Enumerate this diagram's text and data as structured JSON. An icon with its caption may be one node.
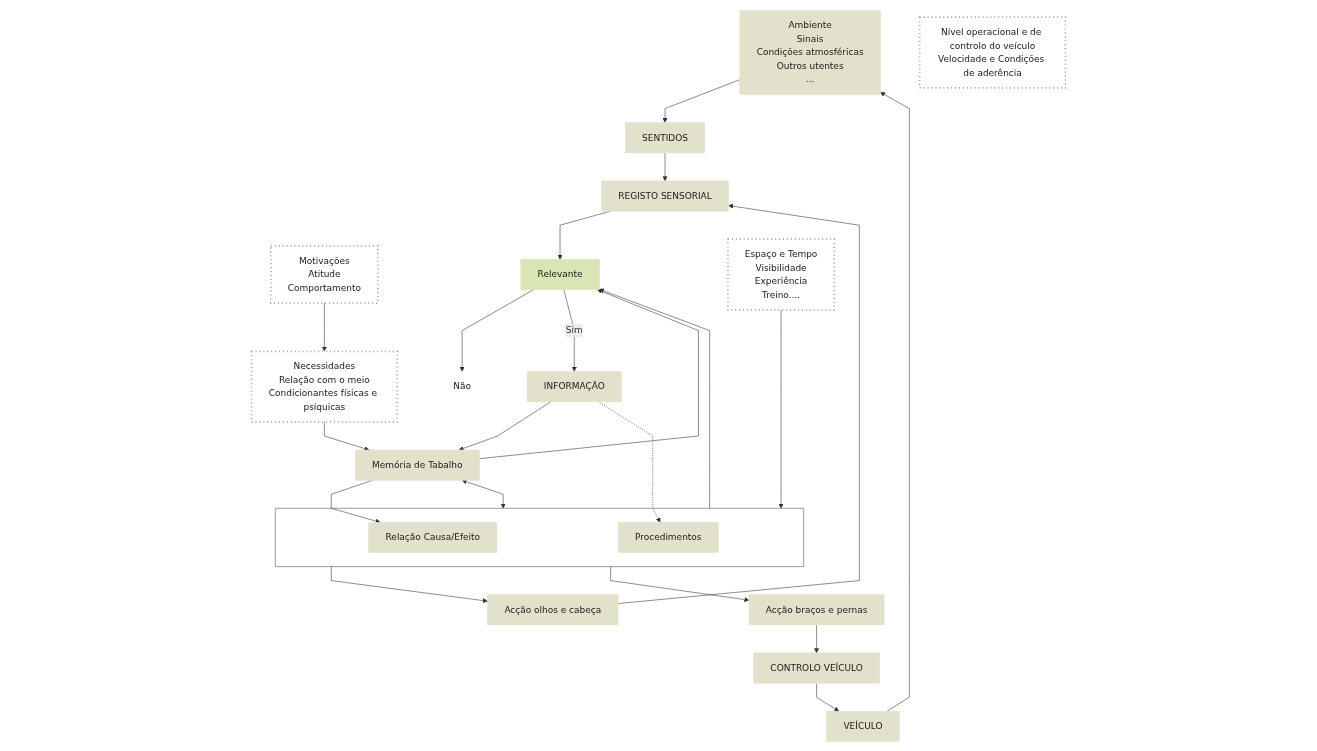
{
  "diagram": {
    "nodes": [
      {
        "text": [
          "Ambiente",
          "Sinais",
          "Condições atmosféricas",
          "Outros utentes",
          "..."
        ]
      },
      {
        "text": [
          "SENTIDOS"
        ]
      },
      {
        "text": [
          "REGISTO SENSORIAL"
        ]
      },
      {
        "text": [
          "Motivações",
          "Atitude",
          "Comportamento"
        ]
      },
      {
        "text": [
          "Relevante"
        ]
      },
      {
        "text": [
          "Não"
        ]
      },
      {
        "text": [
          "INFORMAÇÃO"
        ]
      },
      {
        "text": [
          "Necessidades",
          "Relação com o meio",
          "Condicionantes físicas e psíquicas"
        ]
      },
      {
        "text": [
          "VEÍCULO"
        ]
      },
      {
        "text": [
          "Memória de Tabalho"
        ]
      },
      {
        "text": [
          "Nível operacional e de controlo do veículo",
          "Velocidade e Condições de aderência"
        ]
      },
      {
        "text": [
          "CONTROLO VEÍCULO"
        ]
      },
      {
        "text": [
          "Acção olhos e cabeça"
        ]
      },
      {
        "text": [],
        "shape": "box"
      },
      {
        "text": [
          "Relação Causa/Efeito"
        ],
        "in": 13
      },
      {
        "text": [
          "Procedimentos"
        ],
        "in": 13
      },
      {
        "text": [
          "Espaço e Tempo",
          "Visibilidade",
          "Experiência",
          "Treino...."
        ]
      },
      {
        "text": [
          "Acção braços e pernas"
        ]
      }
    ],
    "edges": [
      {
        "from": 0,
        "to": 1,
        "arrow": "to"
      },
      {
        "from": 1,
        "to": 2,
        "arrow": "to"
      },
      {
        "from": 2,
        "to": 4,
        "arrow": "to"
      },
      {
        "from": 4,
        "to": 5,
        "arrow": "to"
      },
      {
        "from": 4,
        "to": 6,
        "arrow": "to",
        "label": "Sim"
      },
      {
        "from": 6,
        "to": 9,
        "arrow": "to"
      },
      {
        "from": 6,
        "to": 15,
        "arrow": "to",
        "style": "dashed"
      },
      {
        "from": 3,
        "to": 7,
        "arrow": "to"
      },
      {
        "from": 7,
        "to": 9,
        "arrow": "to"
      },
      {
        "from": 9,
        "to": 4,
        "arrow": "to"
      },
      {
        "from": 9,
        "to": 13,
        "arrow": "both"
      },
      {
        "from": 9,
        "to": 14,
        "arrow": "to"
      },
      {
        "from": 16,
        "to": 13,
        "arrow": "to"
      },
      {
        "from": 13,
        "to": 4,
        "arrow": "to"
      },
      {
        "from": 13,
        "to": 12,
        "arrow": "to"
      },
      {
        "from": 13,
        "to": 17,
        "arrow": "to"
      },
      {
        "from": 12,
        "to": 2,
        "arrow": "to"
      },
      {
        "from": 17,
        "to": 11,
        "arrow": "to"
      },
      {
        "from": 11,
        "to": 8,
        "arrow": "to"
      },
      {
        "from": 8,
        "to": 0,
        "arrow": "to"
      }
    ]
  }
}
